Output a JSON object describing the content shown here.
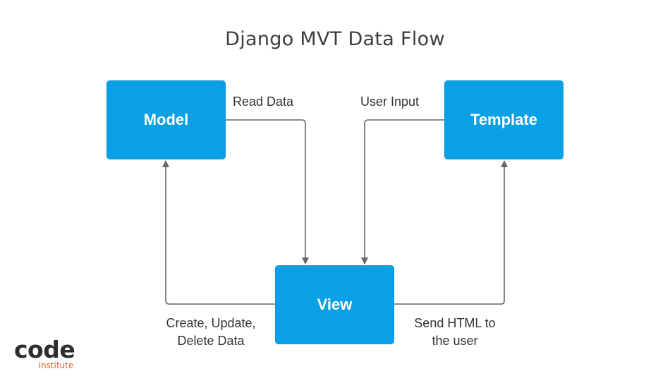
{
  "title": "Django MVT Data Flow",
  "nodes": {
    "model": "Model",
    "template": "Template",
    "view": "View"
  },
  "edges": {
    "read_data": "Read Data",
    "user_input": "User Input",
    "create_update_delete": [
      "Create, Update,",
      "Delete Data"
    ],
    "send_html": [
      "Send HTML to",
      "the user"
    ]
  },
  "logo": {
    "word": "code",
    "sub": "institute"
  },
  "colors": {
    "box_fill": "#0aa0e6",
    "arrow": "#666666",
    "logo_accent": "#e8602c"
  }
}
